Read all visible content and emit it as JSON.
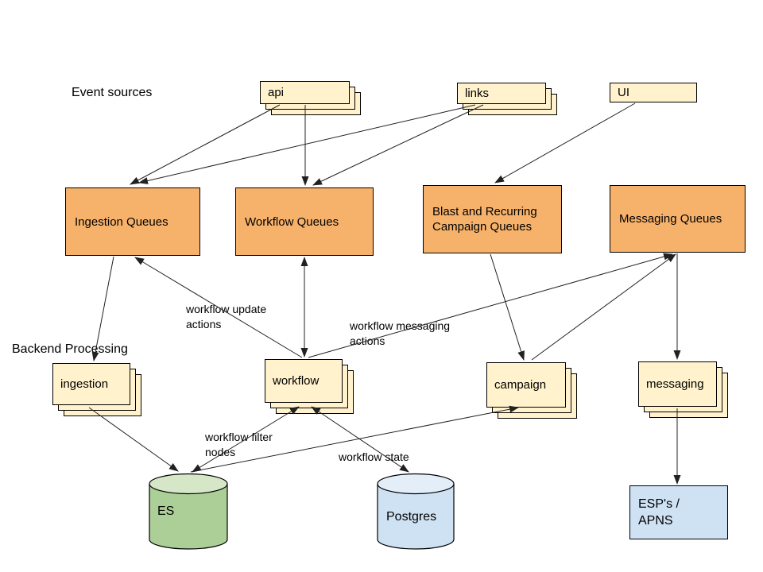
{
  "diagram": {
    "section_labels": {
      "event_sources": "Event sources",
      "backend_processing": "Backend Processing"
    },
    "nodes": {
      "api": {
        "label": "api",
        "type": "stacked-rect"
      },
      "links": {
        "label": "links",
        "type": "stacked-rect"
      },
      "ui": {
        "label": "UI",
        "type": "rect"
      },
      "ingestion_queues": {
        "label": "Ingestion Queues",
        "type": "queue"
      },
      "workflow_queues": {
        "label": "Workflow Queues",
        "type": "queue"
      },
      "blast_queues": {
        "label": "Blast and Recurring Campaign Queues",
        "type": "queue"
      },
      "messaging_queues": {
        "label": "Messaging Queues",
        "type": "queue"
      },
      "ingestion": {
        "label": "ingestion",
        "type": "stacked-rect"
      },
      "workflow": {
        "label": "workflow",
        "type": "stacked-rect"
      },
      "campaign": {
        "label": "campaign",
        "type": "stacked-rect"
      },
      "messaging": {
        "label": "messaging",
        "type": "stacked-rect"
      },
      "es": {
        "label": "ES",
        "type": "cylinder"
      },
      "postgres": {
        "label": "Postgres",
        "type": "cylinder"
      },
      "esp_apns": {
        "label": "ESP's / APNS",
        "type": "rect"
      }
    },
    "edge_labels": {
      "workflow_update": {
        "label": "workflow update actions"
      },
      "workflow_messaging": {
        "label": "workflow messaging actions"
      },
      "workflow_filter": {
        "label": "workflow filter nodes"
      },
      "workflow_state": {
        "label": "workflow state"
      }
    },
    "colors": {
      "source_fill": "#fff2cc",
      "queue_fill": "#f6b26b",
      "es_body": "#abcf96",
      "es_top": "#d6e7c8",
      "db_body": "#cfe2f3",
      "db_top": "#e4eef9",
      "external_fill": "#cfe2f3",
      "border": "#000000",
      "arrow": "#212121"
    }
  }
}
